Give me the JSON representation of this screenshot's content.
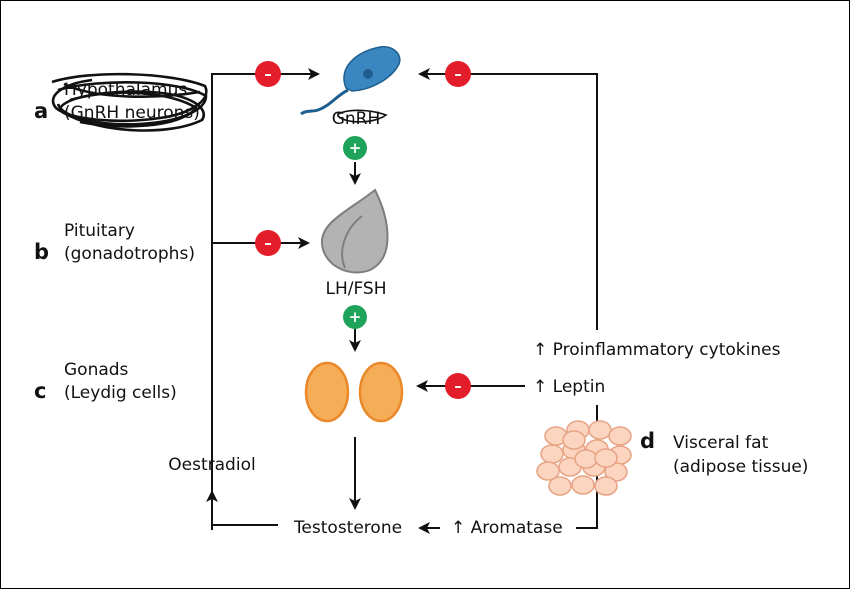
{
  "colors": {
    "inhibit": "#e31e2a",
    "stimulate": "#1ea35a",
    "neuron": "#3a86c0",
    "pituitary": "#b3b3b3",
    "gonad": "#f6ad58",
    "gonad_stroke": "#e9892a",
    "fat": "#fbd5c0",
    "fat_stroke": "#e7a383"
  },
  "signs": {
    "minus": "–",
    "plus": "+"
  },
  "left_labels": [
    {
      "letter": "a",
      "line1": "Hypothalamus",
      "line2": "(GnRH neurons)",
      "scribbled": true
    },
    {
      "letter": "b",
      "line1": "Pituitary",
      "line2": "(gonadotrophs)"
    },
    {
      "letter": "c",
      "line1": "Gonads",
      "line2": "(Leydig cells)"
    }
  ],
  "hormones": {
    "gnrh": "GnRH",
    "lhfsh": "LH/FSH",
    "testosterone": "Testosterone",
    "oestradiol": "Oestradiol"
  },
  "right": {
    "cytokines": "↑ Proinflammatory cytokines",
    "leptin": "↑ Leptin",
    "aromatase": "↑ Aromatase",
    "fat_letter": "d",
    "fat_line1": "Visceral fat",
    "fat_line2": "(adipose tissue)"
  }
}
